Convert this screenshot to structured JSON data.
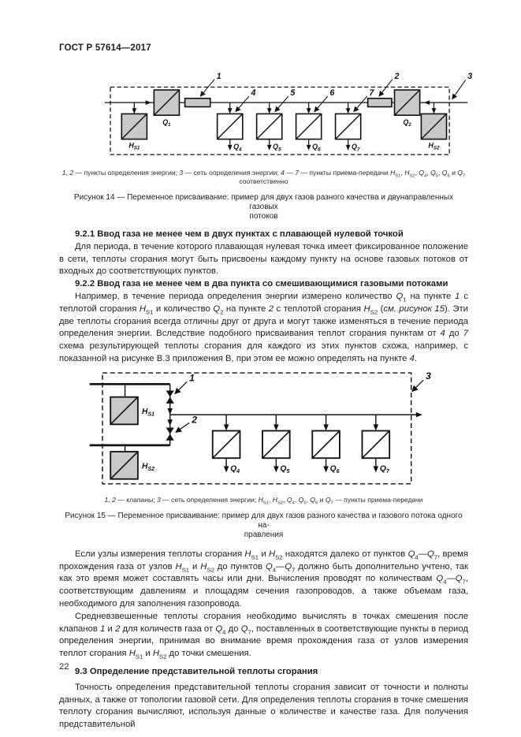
{
  "page": {
    "header": "ГОСТ Р 57614—2017",
    "number": "22"
  },
  "headings": {
    "h921": "9.2.1 Ввод газа не менее чем в двух пунктах с плавающей нулевой точкой",
    "h922": "9.2.2 Ввод газа не менее чем в два пункта со смешивающимися газовыми потоками",
    "h93": "9.3 Определение представительной теплоты сгорания"
  },
  "paragraphs": {
    "p921": [
      {
        "t": "Для периода, в течение которого плавающая нулевая точка имеет фиксированное положение в сети, теплоты сгорания могут быть присвоены каждому пункту на основе газовых потоков от входных до соответствующих пунктов."
      }
    ],
    "p922": [
      {
        "t": "Например, в течение периода определения энергии измерено количество "
      },
      {
        "t": "Q",
        "i": 1
      },
      {
        "t": "1",
        "v": 1
      },
      {
        "t": " на пункте "
      },
      {
        "t": "1",
        "i": 1
      },
      {
        "t": " с теплотой сгорания "
      },
      {
        "t": "H",
        "i": 1
      },
      {
        "t": "S1",
        "v": 1
      },
      {
        "t": " и количество "
      },
      {
        "t": "Q",
        "i": 1
      },
      {
        "t": "2",
        "v": 1
      },
      {
        "t": " на пункте "
      },
      {
        "t": "2",
        "i": 1
      },
      {
        "t": " с теплотой сгорания "
      },
      {
        "t": "H",
        "i": 1
      },
      {
        "t": "S2",
        "v": 1
      },
      {
        "t": " ("
      },
      {
        "t": "см. рисунок 15",
        "i": 1
      },
      {
        "t": "). Эти две теплоты сгорания всегда отличны друг от друга и могут также изменяться в течение периода определения энергии. Вследствие подобного присваивания теплот сгорания пунктам от "
      },
      {
        "t": "4",
        "i": 1
      },
      {
        "t": " до "
      },
      {
        "t": "7",
        "i": 1
      },
      {
        "t": " схема результирующей теплоты сгорания для каждого из этих пунктов схожа, например, с показанной на рисунке В.3 приложения В, при этом ее можно определять на пункте "
      },
      {
        "t": "4",
        "i": 1
      },
      {
        "t": "."
      }
    ],
    "p931": [
      {
        "t": "Если узлы измерения теплоты сгорания "
      },
      {
        "t": "H",
        "i": 1
      },
      {
        "t": "S1",
        "v": 1
      },
      {
        "t": " и "
      },
      {
        "t": "H",
        "i": 1
      },
      {
        "t": "S2",
        "v": 1
      },
      {
        "t": " находятся далеко от пунктов "
      },
      {
        "t": "Q",
        "i": 1
      },
      {
        "t": "4",
        "v": 1
      },
      {
        "t": "—"
      },
      {
        "t": "Q",
        "i": 1
      },
      {
        "t": "7",
        "v": 1
      },
      {
        "t": ", время прохождения газа от узлов "
      },
      {
        "t": "H",
        "i": 1
      },
      {
        "t": "S1",
        "v": 1
      },
      {
        "t": " и "
      },
      {
        "t": "H",
        "i": 1
      },
      {
        "t": "S2",
        "v": 1
      },
      {
        "t": " до пунктов "
      },
      {
        "t": "Q",
        "i": 1
      },
      {
        "t": "4",
        "v": 1
      },
      {
        "t": "—"
      },
      {
        "t": "Q",
        "i": 1
      },
      {
        "t": "7",
        "v": 1
      },
      {
        "t": " должно быть дополнительно учтено, так как это время может составлять часы или дни. Вычисления проводят по количествам "
      },
      {
        "t": "Q",
        "i": 1
      },
      {
        "t": "4",
        "v": 1
      },
      {
        "t": "—"
      },
      {
        "t": "Q",
        "i": 1
      },
      {
        "t": "7",
        "v": 1
      },
      {
        "t": ", соответствующим давлениям и площадям сечения газопроводов, а также объемам газа, необходимого для заполнения газопровода."
      }
    ],
    "p932": [
      {
        "t": "Средневзвешенные теплоты сгорания необходимо вычислять в точках смешения после клапанов "
      },
      {
        "t": "1",
        "i": 1
      },
      {
        "t": " и "
      },
      {
        "t": "2",
        "i": 1
      },
      {
        "t": " для количеств газа от "
      },
      {
        "t": "Q",
        "i": 1
      },
      {
        "t": "4",
        "v": 1
      },
      {
        "t": " до "
      },
      {
        "t": "Q",
        "i": 1
      },
      {
        "t": "7",
        "v": 1
      },
      {
        "t": ", поставленных в соответствующие пункты в период определения энергии, принимая во внимание время прохождения газа от узлов измерения теплот сгорания "
      },
      {
        "t": "H",
        "i": 1
      },
      {
        "t": "S1",
        "v": 1
      },
      {
        "t": " и "
      },
      {
        "t": "H",
        "i": 1
      },
      {
        "t": "S2",
        "v": 1
      },
      {
        "t": " до точки смешения."
      }
    ],
    "p93": [
      {
        "t": "Точность определения представительной теплоты сгорания зависит от точности и полноты данных, а также от топологии газовой сети. Для определения теплоты сгорания в точке смешения теплоту сгорания вычисляют, используя данные о количестве и качестве газа. Для получения представительной"
      }
    ]
  },
  "fig14": {
    "callouts": {
      "n1": "1",
      "n2": "2",
      "n3": "3",
      "n4": "4",
      "n5": "5",
      "n6": "6",
      "n7": "7"
    },
    "labels": {
      "q1": {
        "b": "Q",
        "s": "1"
      },
      "q2": {
        "b": "Q",
        "s": "2"
      },
      "hs1": {
        "b": "H",
        "s": "S1"
      },
      "hs2": {
        "b": "H",
        "s": "S2"
      },
      "q4": {
        "b": "Q",
        "s": "4"
      },
      "q5": {
        "b": "Q",
        "s": "5"
      },
      "q6": {
        "b": "Q",
        "s": "6"
      },
      "q7": {
        "b": "Q",
        "s": "7"
      }
    },
    "note_lines": [
      [
        {
          "t": "1",
          "i": 1
        },
        {
          "t": ", "
        },
        {
          "t": "2",
          "i": 1
        },
        {
          "t": " — пункты определения энергии; "
        },
        {
          "t": "3",
          "i": 1
        },
        {
          "t": " — сеть определения энергии; "
        },
        {
          "t": "4",
          "i": 1
        },
        {
          "t": " — "
        },
        {
          "t": "7",
          "i": 1
        },
        {
          "t": " — пункты приема-передачи "
        },
        {
          "t": "H",
          "i": 1
        },
        {
          "t": "S1",
          "v": 1
        },
        {
          "t": ", "
        },
        {
          "t": "H",
          "i": 1
        },
        {
          "t": "S2",
          "v": 1
        },
        {
          "t": ", "
        },
        {
          "t": "Q",
          "i": 1
        },
        {
          "t": "4",
          "v": 1
        },
        {
          "t": ", "
        },
        {
          "t": "Q",
          "i": 1
        },
        {
          "t": "5",
          "v": 1
        },
        {
          "t": ", "
        },
        {
          "t": "Q",
          "i": 1
        },
        {
          "t": "6",
          "v": 1
        },
        {
          "t": " и "
        },
        {
          "t": "Q",
          "i": 1
        },
        {
          "t": "7",
          "v": 1
        }
      ],
      "соответственно"
    ],
    "title_lines": [
      "Рисунок 14 — Переменное присваивание: пример для двух газов разного качества и двунаправленных газовых",
      "потоков"
    ]
  },
  "fig15": {
    "callouts": {
      "n1": "1",
      "n2": "2",
      "n3": "3"
    },
    "labels": {
      "hs1": {
        "b": "H",
        "s": "S1"
      },
      "hs2": {
        "b": "H",
        "s": "S2"
      },
      "q4": {
        "b": "Q",
        "s": "4"
      },
      "q5": {
        "b": "Q",
        "s": "5"
      },
      "q6": {
        "b": "Q",
        "s": "6"
      },
      "q7": {
        "b": "Q",
        "s": "7"
      }
    },
    "note_lines": [
      [
        {
          "t": "1",
          "i": 1
        },
        {
          "t": ", "
        },
        {
          "t": "2",
          "i": 1
        },
        {
          "t": " — клапаны; "
        },
        {
          "t": "3",
          "i": 1
        },
        {
          "t": " — сеть определения энергии; "
        },
        {
          "t": "H",
          "i": 1
        },
        {
          "t": "S1",
          "v": 1
        },
        {
          "t": ", "
        },
        {
          "t": "H",
          "i": 1
        },
        {
          "t": "S2",
          "v": 1
        },
        {
          "t": ", "
        },
        {
          "t": "Q",
          "i": 1
        },
        {
          "t": "4",
          "v": 1
        },
        {
          "t": ", "
        },
        {
          "t": "Q",
          "i": 1
        },
        {
          "t": "5",
          "v": 1
        },
        {
          "t": ", "
        },
        {
          "t": "Q",
          "i": 1
        },
        {
          "t": "6",
          "v": 1
        },
        {
          "t": " и "
        },
        {
          "t": "Q",
          "i": 1
        },
        {
          "t": "7",
          "v": 1
        },
        {
          "t": " — пункты приема-передачи"
        }
      ]
    ],
    "title_lines": [
      "Рисунок 15 — Переменное присваивание: пример для двух газов разного качества и газового потока одного на-",
      "правления"
    ]
  }
}
